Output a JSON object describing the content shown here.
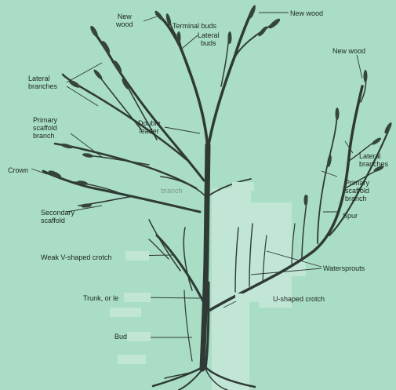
{
  "diagram": {
    "labels": {
      "new_wood_left": "New\nwood",
      "terminal_buds": "Terminal buds",
      "new_wood_top_right": "New wood",
      "lateral_buds": "Lateral\nbuds",
      "new_wood_right": "New wood",
      "lateral_branches_left": "Lateral\nbranches",
      "primary_scaffold_left": "Primary\nscaffold\nbranch",
      "double_leader": "Double\nleader",
      "lateral_branches_right": "Lateral\nbranches",
      "crown": "Crown",
      "primary_scaffold_right": "Primary\nscaffold\nbranch",
      "branch_faint": "branch",
      "secondary_scaffold": "Secondary\nscaffold",
      "spur": "Spur",
      "weak_crotch": "Weak V-shaped crotch",
      "watersprouts": "Watersprouts",
      "trunk": "Trunk, or le",
      "u_crotch": "U-shaped crotch",
      "bud": "Bud"
    }
  }
}
